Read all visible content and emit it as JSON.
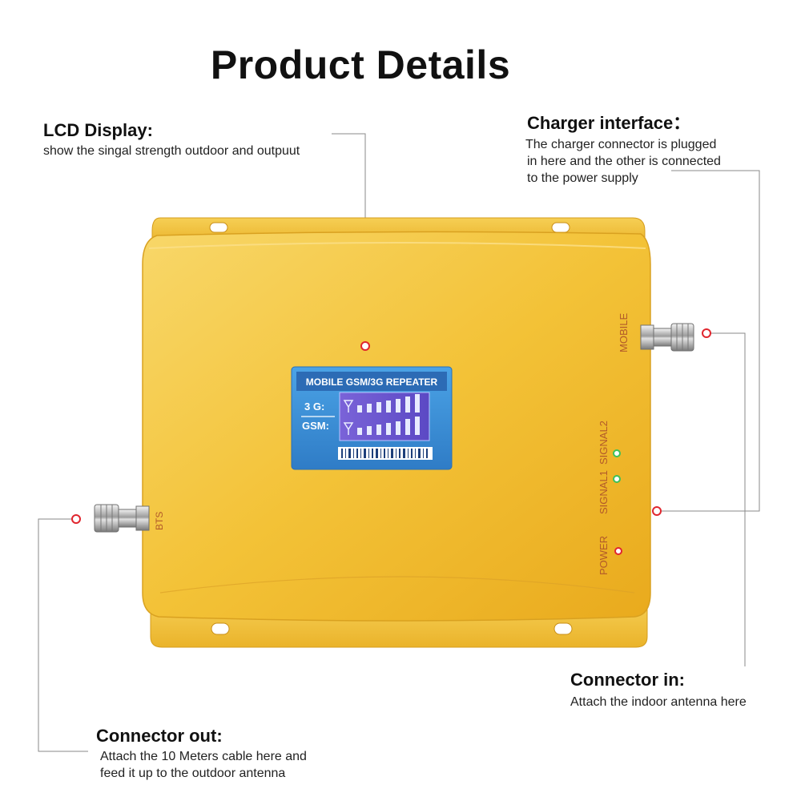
{
  "title": "Product Details",
  "callouts": {
    "lcd": {
      "heading": "LCD Display:",
      "desc": "show the singal strength outdoor and outpuut"
    },
    "charger": {
      "heading": "Charger interface：",
      "desc": [
        "The charger connector is plugged",
        "in here and the other is connected",
        "to the power supply"
      ]
    },
    "connector_in": {
      "heading": "Connector in:",
      "desc": "Attach the indoor antenna here"
    },
    "connector_out": {
      "heading": "Connector out:",
      "desc": [
        "Attach the 10 Meters cable here and",
        "feed it up to the outdoor antenna"
      ]
    }
  },
  "device": {
    "lcd_header": "MOBILE GSM/3G REPEATER",
    "band_3g": "3 G:",
    "band_gsm": "GSM:",
    "port_mobile": "MOBILE",
    "port_bts": "BTS",
    "led_signal2": "SIGNAL2",
    "led_signal1": "SIGNAL1",
    "led_power": "POWER"
  },
  "colors": {
    "body_gold": "#f2c23a",
    "lcd_blue": "#3e8fd6",
    "marker_red": "#e0262e",
    "led_green": "#3cc15a",
    "led_red": "#e0262e"
  }
}
